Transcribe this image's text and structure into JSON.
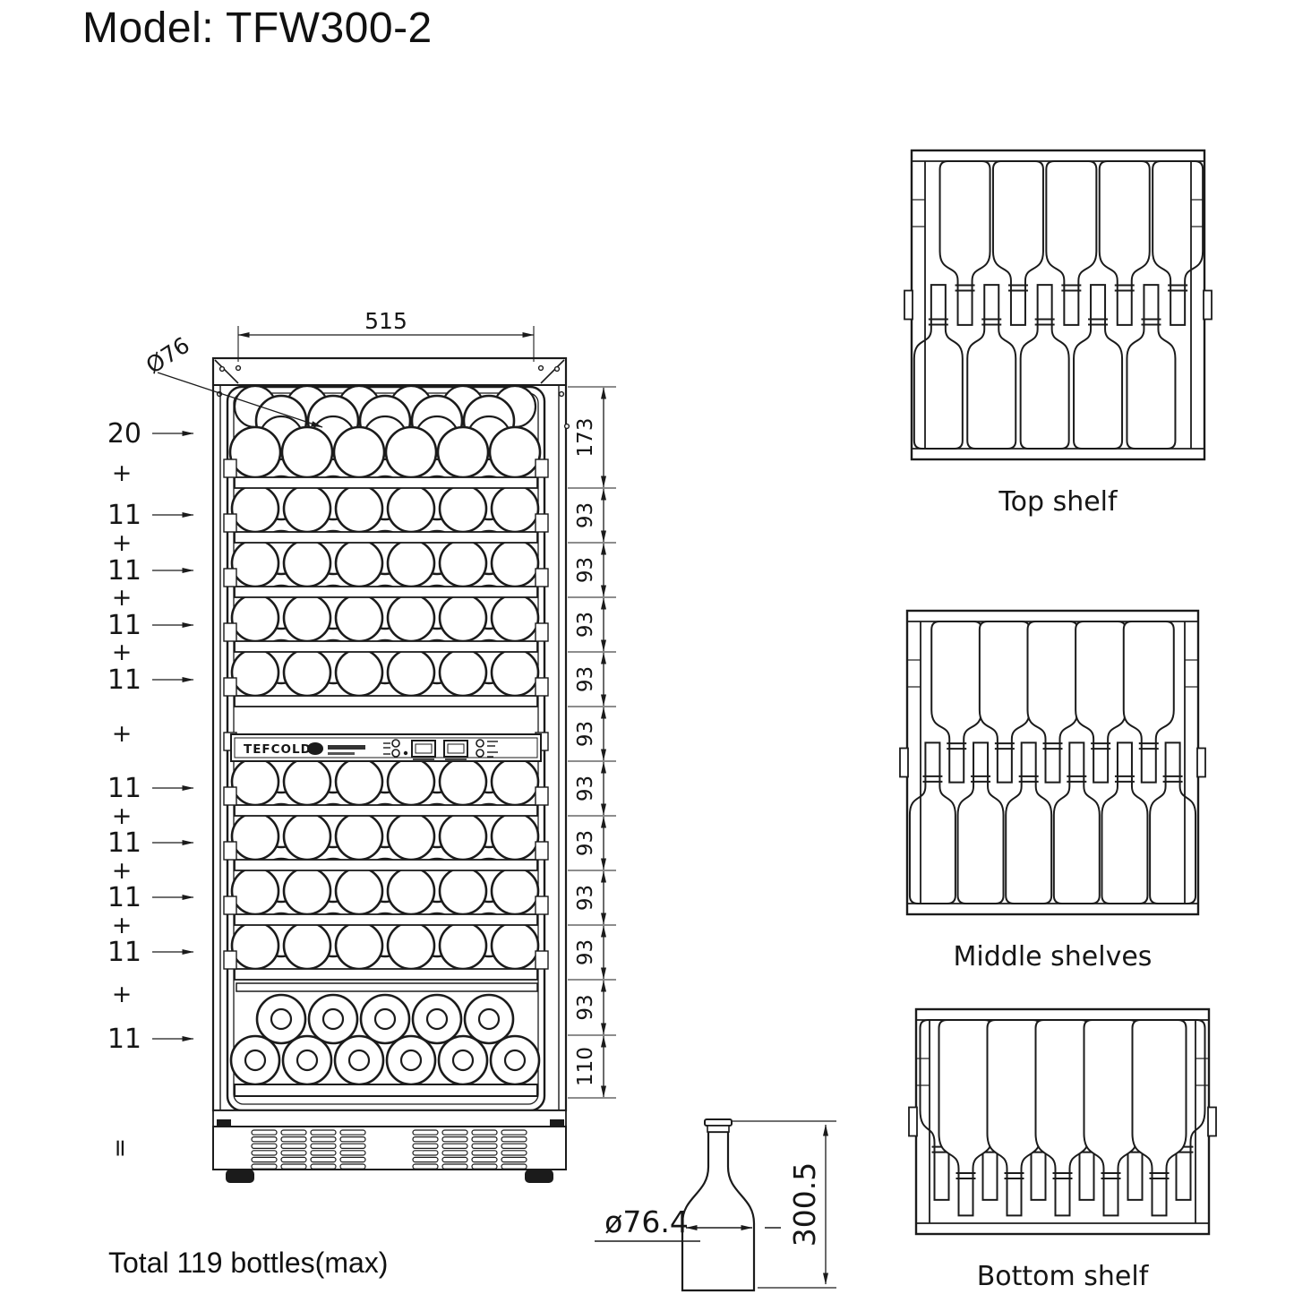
{
  "page": {
    "title": "Model: TFW300-2",
    "total_note": "Total 119 bottles(max)",
    "background": "#ffffff",
    "line_color": "#1b1b1b"
  },
  "main_drawing": {
    "width_dim": "515",
    "bottle_diameter_label": "Ø76",
    "left_bottle_counts": [
      "20",
      "+",
      "11",
      "+",
      "11",
      "+",
      "11",
      "+",
      "11",
      "+",
      "11",
      "+",
      "11",
      "+",
      "11",
      "+",
      "11",
      "+",
      "11",
      "="
    ],
    "right_height_dims": [
      "173",
      "93",
      "93",
      "93",
      "93",
      "93",
      "93",
      "93",
      "93",
      "93",
      "93",
      "110"
    ],
    "display_panel_brand": "TEFCOLD"
  },
  "shelf_diagrams": [
    {
      "label": "Top shelf",
      "bottles_neck_down": 5,
      "bottles_neck_up": 5
    },
    {
      "label": "Middle shelves",
      "bottles_neck_down": 5,
      "bottles_neck_up": 6
    },
    {
      "label": "Bottom shelf",
      "bottles_neck_down": 11,
      "bottles_neck_up": 0
    }
  ],
  "bottle_detail": {
    "diameter_dim": "ø76.4",
    "height_dim": "300.5"
  }
}
